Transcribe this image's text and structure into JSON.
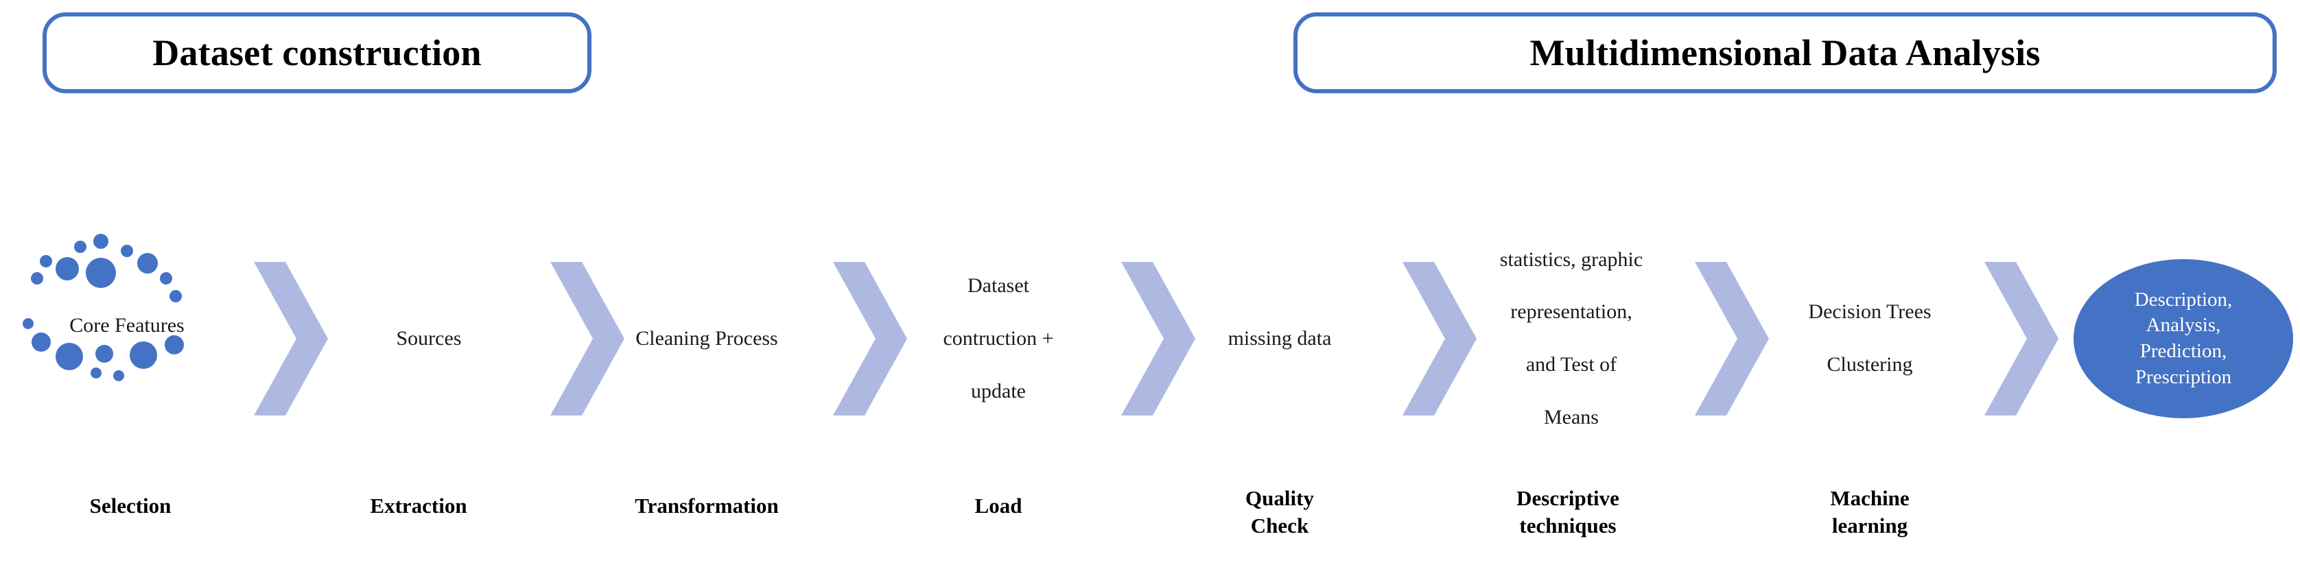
{
  "colors": {
    "accent_blue": "#4472C4",
    "chevron_light_blue": "#AEB9E1",
    "text_black": "#1a1a1a",
    "background": "#ffffff"
  },
  "phase_boxes": [
    {
      "label": "Dataset construction"
    },
    {
      "label": "Multidimensional Data Analysis"
    }
  ],
  "core_features": {
    "label": "Core Features",
    "icon": "dotted-circle-icon"
  },
  "stages": [
    {
      "lines": [
        "Sources"
      ]
    },
    {
      "lines": [
        "Cleaning Process"
      ]
    },
    {
      "lines": [
        "Dataset",
        "contruction +",
        "update"
      ]
    },
    {
      "lines": [
        "missing data"
      ]
    },
    {
      "lines": [
        "statistics, graphic",
        "representation,",
        "and Test of",
        "Means"
      ]
    },
    {
      "lines": [
        "Decision Trees",
        "Clustering"
      ]
    }
  ],
  "outcome": {
    "lines": [
      "Description,",
      "Analysis,",
      "Prediction,",
      "Prescription"
    ]
  },
  "captions": [
    {
      "lines": [
        "Selection"
      ]
    },
    {
      "lines": [
        "Extraction"
      ]
    },
    {
      "lines": [
        "Transformation"
      ]
    },
    {
      "lines": [
        "Load"
      ]
    },
    {
      "lines": [
        "Quality",
        "Check"
      ]
    },
    {
      "lines": [
        "Descriptive",
        "techniques"
      ]
    },
    {
      "lines": [
        "Machine",
        "learning"
      ]
    }
  ],
  "chevron_count": 7
}
